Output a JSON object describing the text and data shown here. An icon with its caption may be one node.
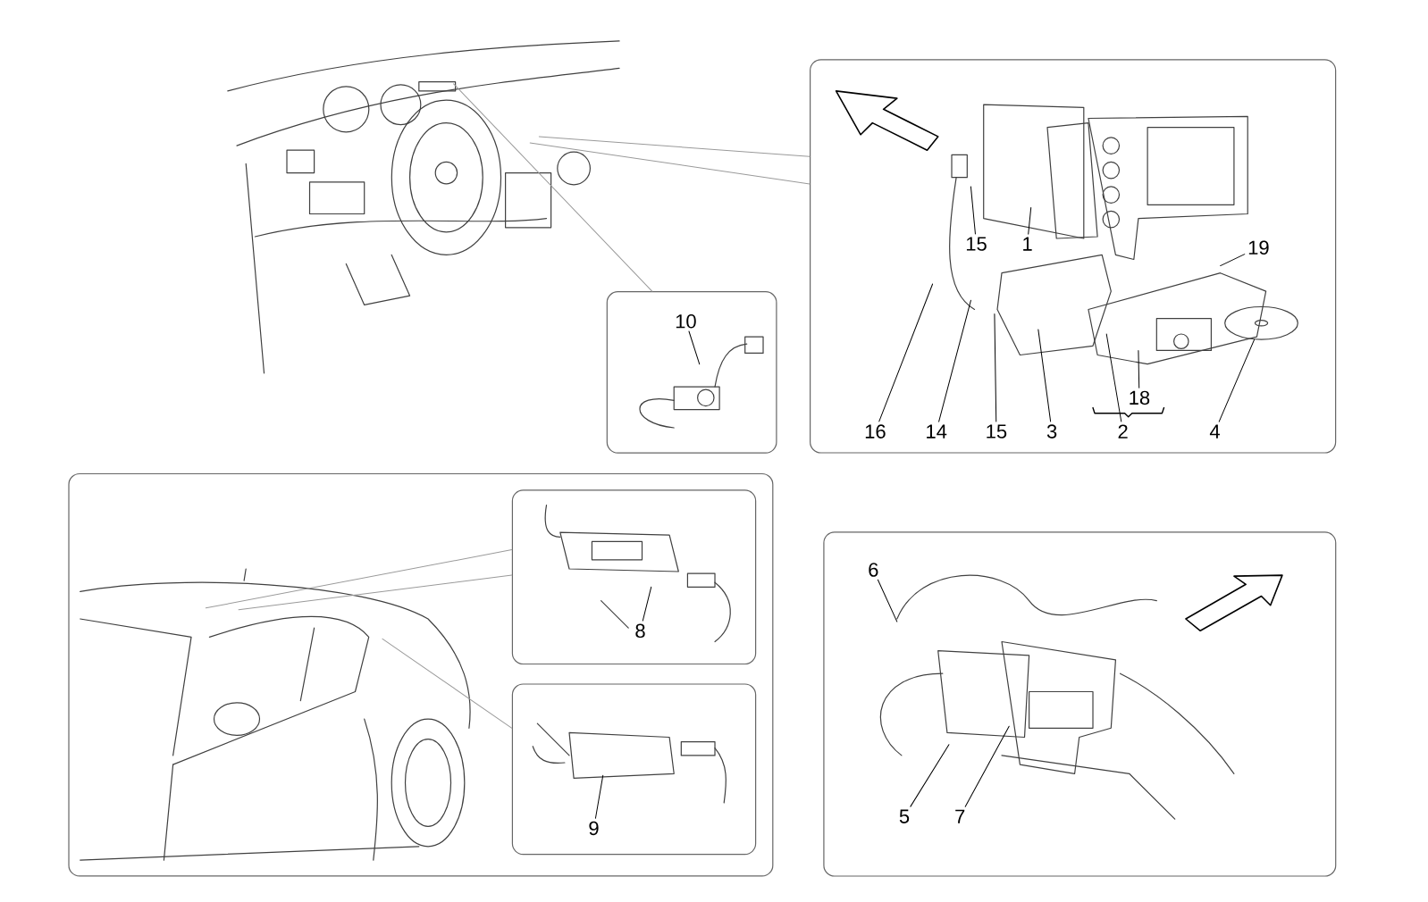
{
  "diagram": {
    "nodes": [
      {
        "text": [],
        "shape": "box"
      },
      {
        "text": [
          "15"
        ],
        "in": 0
      },
      {
        "text": [
          "1"
        ],
        "in": 0
      },
      {
        "text": [
          "19"
        ],
        "in": 0
      },
      {
        "text": [
          "18"
        ],
        "in": 0
      },
      {
        "text": [
          "16"
        ],
        "in": 0
      },
      {
        "text": [
          "14"
        ],
        "in": 0
      },
      {
        "text": [
          "15"
        ],
        "in": 0
      },
      {
        "text": [
          "3"
        ],
        "in": 0
      },
      {
        "text": [
          "2"
        ],
        "in": 0
      },
      {
        "text": [
          "4"
        ],
        "in": 0
      },
      {
        "text": [],
        "shape": "box"
      },
      {
        "text": [
          "10"
        ],
        "in": 11
      },
      {
        "text": [],
        "shape": "box"
      },
      {
        "text": [],
        "shape": "box",
        "in": 13
      },
      {
        "text": [
          "8"
        ],
        "in": 14
      },
      {
        "text": [],
        "shape": "box",
        "in": 13
      },
      {
        "text": [
          "9"
        ],
        "in": 16
      },
      {
        "text": [],
        "shape": "box"
      },
      {
        "text": [
          "6"
        ],
        "in": 18
      },
      {
        "text": [
          "5"
        ],
        "in": 18
      },
      {
        "text": [
          "7"
        ],
        "in": 18
      },
      {
        "text": [],
        "shape": "picture",
        "in": 0
      }
    ],
    "edges": [
      {
        "from": 1,
        "to": null,
        "arrow": "none"
      },
      {
        "from": 2,
        "to": null,
        "arrow": "none"
      },
      {
        "from": 3,
        "to": null,
        "arrow": "none"
      },
      {
        "from": 4,
        "to": null,
        "arrow": "none"
      },
      {
        "from": 5,
        "to": null,
        "arrow": "none"
      },
      {
        "from": 6,
        "to": null,
        "arrow": "none"
      },
      {
        "from": 7,
        "to": null,
        "arrow": "none"
      },
      {
        "from": 8,
        "to": null,
        "arrow": "none"
      },
      {
        "from": 9,
        "to": null,
        "arrow": "none"
      },
      {
        "from": 10,
        "to": 22,
        "arrow": "none"
      },
      {
        "from": 12,
        "to": null,
        "arrow": "none"
      },
      {
        "from": 15,
        "to": null,
        "arrow": "none"
      },
      {
        "from": 17,
        "to": null,
        "arrow": "none"
      },
      {
        "from": 19,
        "to": null,
        "arrow": "none"
      },
      {
        "from": 20,
        "to": null,
        "arrow": "none"
      },
      {
        "from": 21,
        "to": null,
        "arrow": "none"
      },
      {
        "from": null,
        "to": 0,
        "arrow": "none",
        "color": "#9a9a9a"
      },
      {
        "from": null,
        "to": 0,
        "arrow": "none",
        "color": "#9a9a9a"
      },
      {
        "from": null,
        "to": 11,
        "arrow": "none",
        "color": "#9a9a9a"
      },
      {
        "from": null,
        "to": 14,
        "arrow": "none",
        "color": "#9a9a9a"
      },
      {
        "from": null,
        "to": 14,
        "arrow": "none",
        "color": "#9a9a9a"
      },
      {
        "from": null,
        "to": 16,
        "arrow": "none",
        "color": "#9a9a9a"
      }
    ]
  }
}
